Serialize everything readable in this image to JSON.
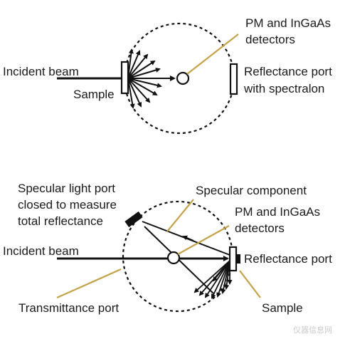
{
  "diagram_top": {
    "incident_beam": "Incident beam",
    "sample": "Sample",
    "detectors_line1": "PM and InGaAs",
    "detectors_line2": "detectors",
    "reflectance_line1": "Reflectance port",
    "reflectance_line2": "with spectralon"
  },
  "diagram_bottom": {
    "specular_port_line1": "Specular light port",
    "specular_port_line2": "closed to measure",
    "specular_port_line3": "total reflectance",
    "specular_component": "Specular component",
    "detectors_line1": "PM and InGaAs",
    "detectors_line2": "detectors",
    "incident_beam": "Incident beam",
    "reflectance_port": "Reflectance port",
    "transmittance_port": "Transmittance port",
    "sample": "Sample"
  },
  "watermark": "仪器信息网",
  "colors": {
    "leader": "#c4a24a",
    "ink": "#111111"
  }
}
